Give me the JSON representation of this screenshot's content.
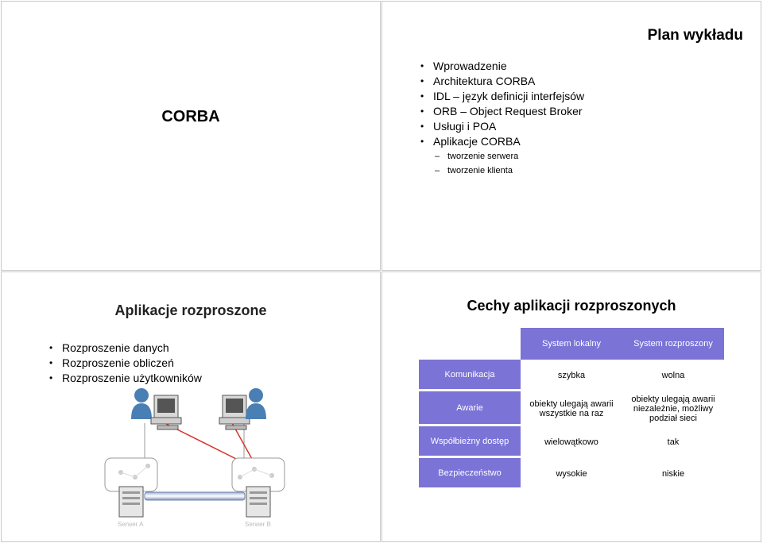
{
  "slide1": {
    "title": "CORBA"
  },
  "slide2": {
    "title": "Plan wykładu",
    "bullet": "•",
    "dash": "–",
    "items": [
      "Wprowadzenie",
      "Architektura CORBA",
      "IDL – język definicji interfejsów",
      "ORB – Object Request Broker",
      "Usługi i POA",
      "Aplikacje CORBA"
    ],
    "subitems": [
      "tworzenie serwera",
      "tworzenie klienta"
    ]
  },
  "slide3": {
    "title": "Aplikacje rozproszone",
    "items": [
      "Rozproszenie danych",
      "Rozproszenie obliczeń",
      "Rozproszenie użytkowników"
    ],
    "server_labels": [
      "Serwer A",
      "Serwer B"
    ]
  },
  "slide4": {
    "title": "Cechy aplikacji rozproszonych",
    "headers": [
      "",
      "System lokalny",
      "System rozproszony"
    ],
    "rows": [
      [
        "Komunikacja",
        "szybka",
        "wolna"
      ],
      [
        "Awarie",
        "obiekty ulegają awarii wszystkie na raz",
        "obiekty ulegają awarii niezależnie, możliwy podział sieci"
      ],
      [
        "Współbieżny dostęp",
        "wielowątkowo",
        "tak"
      ],
      [
        "Bezpieczeństwo",
        "wysokie",
        "niskie"
      ]
    ]
  },
  "colors": {
    "table_header": "#7b73d6",
    "arrow": "#d9342b",
    "person": "#4a7fb5"
  }
}
